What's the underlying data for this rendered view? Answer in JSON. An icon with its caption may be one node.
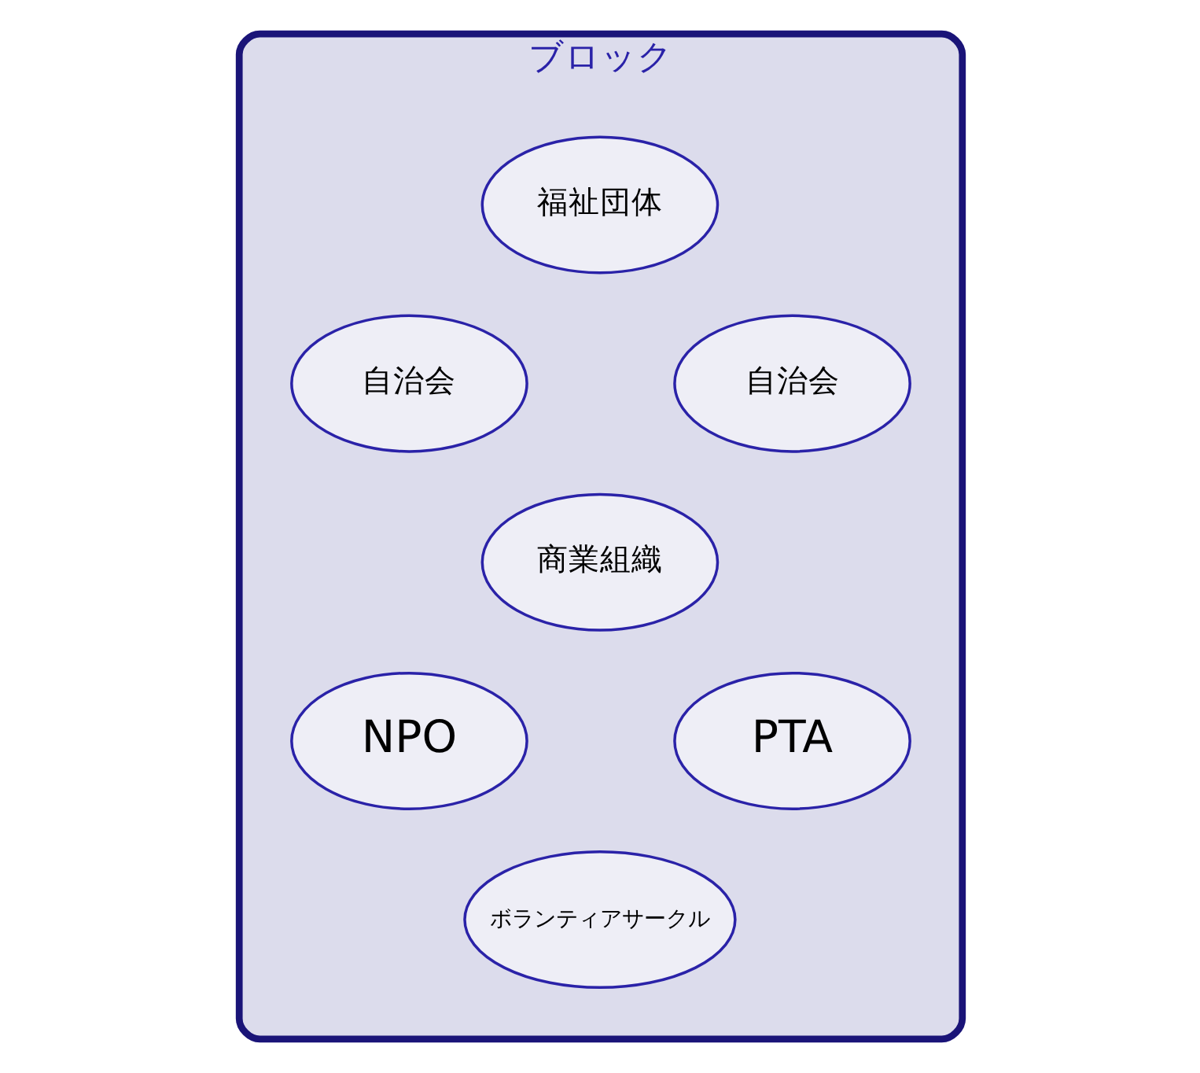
{
  "diagram": {
    "nodes": [
      {
        "text": [
          "ブロック"
        ]
      },
      {
        "text": [
          "福祉団体"
        ],
        "in": 0
      },
      {
        "text": [
          "自治会"
        ],
        "in": 0
      },
      {
        "text": [
          "自治会"
        ],
        "in": 0
      },
      {
        "text": [
          "商業組織"
        ],
        "in": 0
      },
      {
        "text": [
          "NPO"
        ],
        "in": 0
      },
      {
        "text": [
          "PTA"
        ],
        "in": 0
      },
      {
        "text": [
          "ボランティアサークル"
        ],
        "in": 0
      }
    ],
    "edges": []
  }
}
